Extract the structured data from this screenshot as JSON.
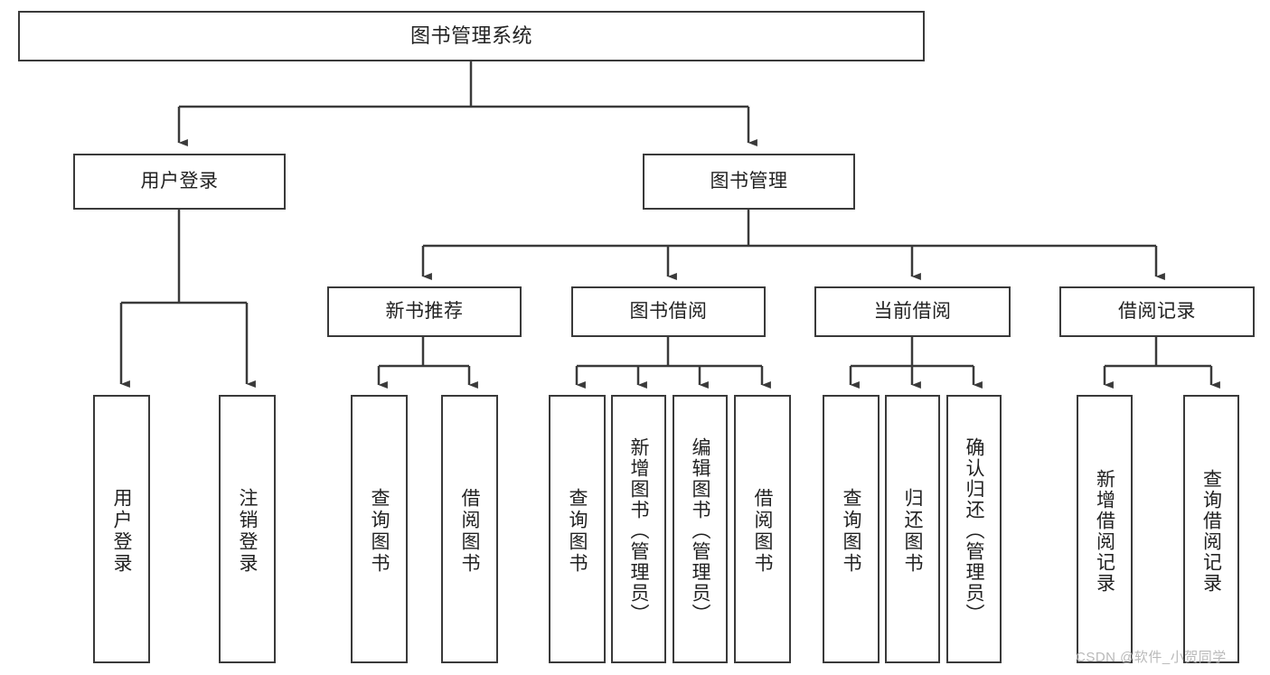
{
  "diagram": {
    "title": "图书管理系统",
    "type": "tree-hierarchy",
    "orientation": "top-down",
    "colors": {
      "box_border": "#3a3a3a",
      "box_fill": "#ffffff",
      "edge": "#3a3a3a",
      "text": "#222222",
      "background": "#ffffff",
      "watermark": "#b9b9b9"
    },
    "nodes": {
      "root": {
        "label": "图书管理系统"
      },
      "level2": [
        {
          "id": "user-login",
          "label": "用户登录"
        },
        {
          "id": "book-management",
          "label": "图书管理"
        }
      ],
      "level3": [
        {
          "id": "new-book-recommend",
          "label": "新书推荐"
        },
        {
          "id": "book-borrow",
          "label": "图书借阅"
        },
        {
          "id": "current-borrow",
          "label": "当前借阅"
        },
        {
          "id": "borrow-record",
          "label": "借阅记录"
        }
      ],
      "leaves": {
        "user-login": [
          {
            "id": "leaf-user-login",
            "label": "用户登录"
          },
          {
            "id": "leaf-user-logout",
            "label": "注销登录"
          }
        ],
        "new-book-recommend": [
          {
            "id": "leaf-query-book-1",
            "label": "查询图书"
          },
          {
            "id": "leaf-borrow-book-1",
            "label": "借阅图书"
          }
        ],
        "book-borrow": [
          {
            "id": "leaf-query-book-2",
            "label": "查询图书"
          },
          {
            "id": "leaf-add-book",
            "label": "新增图书（管理员）"
          },
          {
            "id": "leaf-edit-book",
            "label": "编辑图书（管理员）"
          },
          {
            "id": "leaf-borrow-book-2",
            "label": "借阅图书"
          }
        ],
        "current-borrow": [
          {
            "id": "leaf-query-book-3",
            "label": "查询图书"
          },
          {
            "id": "leaf-return-book",
            "label": "归还图书"
          },
          {
            "id": "leaf-confirm-return",
            "label": "确认归还（管理员）"
          }
        ],
        "borrow-record": [
          {
            "id": "leaf-add-record",
            "label": "新增借阅记录"
          },
          {
            "id": "leaf-query-record",
            "label": "查询借阅记录"
          }
        ]
      }
    },
    "watermark": "CSDN @软件_小贺同学"
  }
}
